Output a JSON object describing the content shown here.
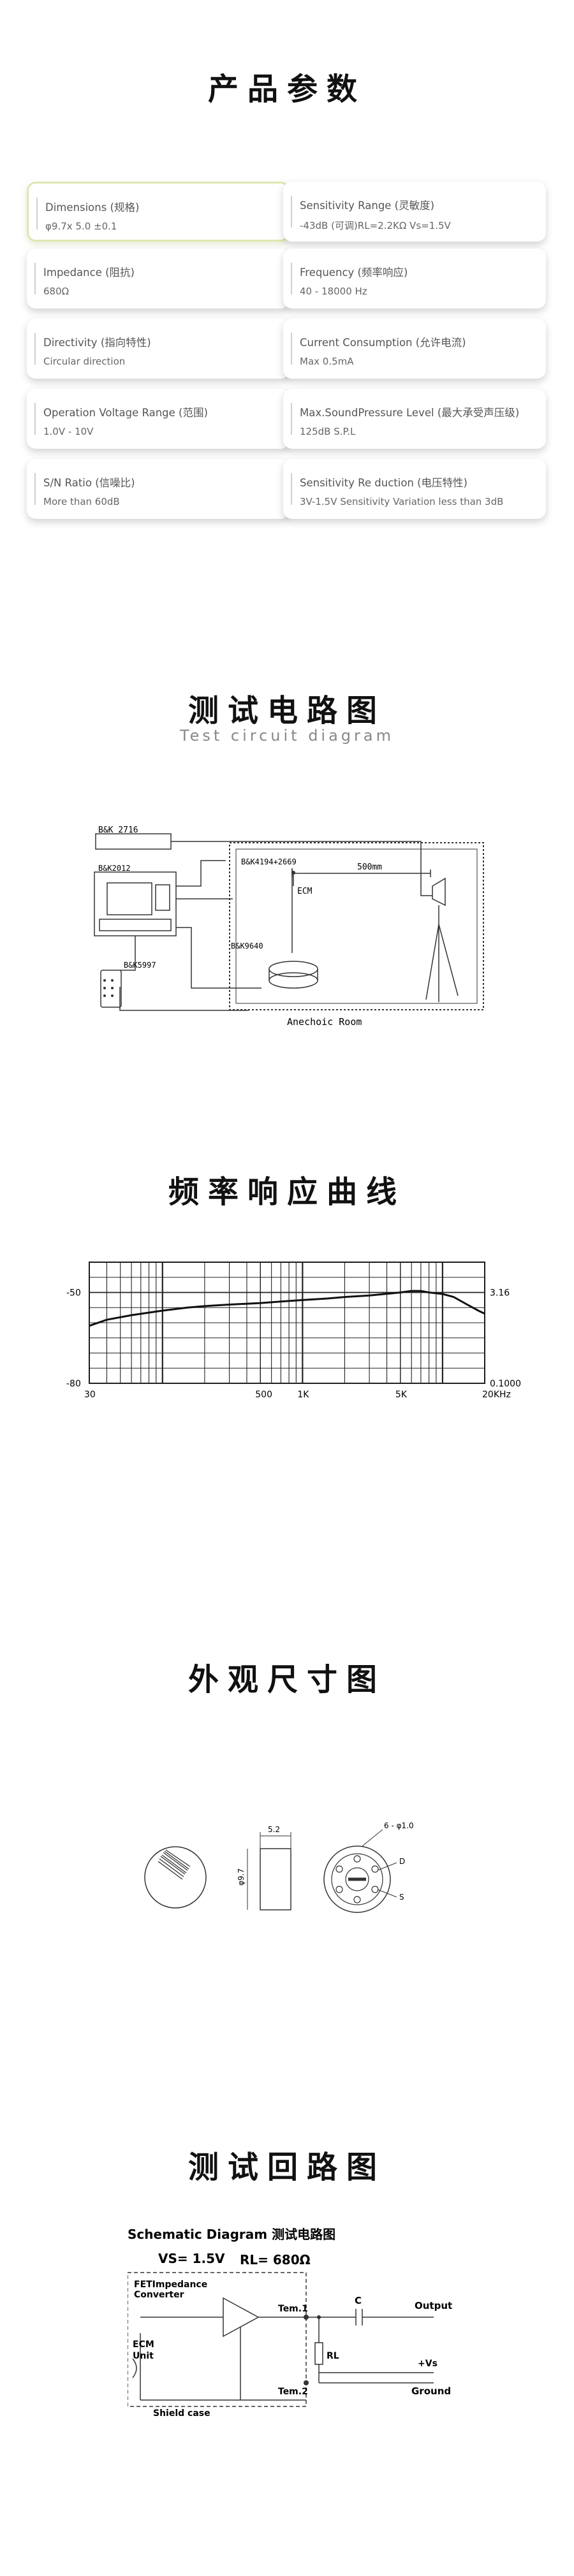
{
  "sections": {
    "params_title": "产品参数",
    "circuit_title": "测试电路图",
    "circuit_subtitle": "Test circuit diagram",
    "freq_title": "频率响应曲线",
    "dims_title": "外观尺寸图",
    "loop_title": "测试回路图"
  },
  "params": [
    {
      "label": "Dimensions (规格)",
      "value": "φ9.7x 5.0 ±0.1"
    },
    {
      "label": "Sensitivity Range (灵敏度)",
      "value": "-43dB (可调)RL=2.2KΩ Vs=1.5V"
    },
    {
      "label": "Impedance (阻抗)",
      "value": "680Ω"
    },
    {
      "label": "Frequency (频率响应)",
      "value": "40 - 18000 Hz"
    },
    {
      "label": "Directivity (指向特性)",
      "value": "Circular direction"
    },
    {
      "label": "Current Consumption (允许电流)",
      "value": "Max 0.5mA"
    },
    {
      "label": "Operation Voltage Range (范围)",
      "value": "1.0V - 10V"
    },
    {
      "label": "Max.SoundPressure Level (最大承受声压级)",
      "value": "125dB S.P.L"
    },
    {
      "label": "S/N Ratio (信噪比)",
      "value": "More than 60dB"
    },
    {
      "label": "Sensitivity Re duction (电压特性)",
      "value": "3V-1.5V Sensitivity Variation less than 3dB"
    }
  ],
  "circuit": {
    "bk2716": "B&K 2716",
    "bk2012": "B&K2012",
    "bk4194": "B&K4194+2669",
    "distance": "500mm",
    "ecm": "ECM",
    "bk9640": "B&K9640",
    "bk5997": "B&K5997",
    "room": "Anechoic Room"
  },
  "chart_data": {
    "type": "line",
    "title": "",
    "xlabel": "",
    "ylabel": "",
    "x_scale": "log",
    "xlim": [
      30,
      20000
    ],
    "ylim": [
      -80,
      -40
    ],
    "x_tick_labels": [
      "30",
      "500",
      "1K",
      "5K",
      "20KHz"
    ],
    "y_tick_labels_left": [
      "-50",
      "-80"
    ],
    "y_tick_labels_right": [
      "3.16",
      "0.1000"
    ],
    "grid": true,
    "series": [
      {
        "values": [
          [
            30,
            -61
          ],
          [
            40,
            -59
          ],
          [
            60,
            -57.5
          ],
          [
            100,
            -56
          ],
          [
            150,
            -55
          ],
          [
            200,
            -54.5
          ],
          [
            300,
            -54
          ],
          [
            500,
            -53.5
          ],
          [
            700,
            -53
          ],
          [
            1000,
            -52.5
          ],
          [
            1500,
            -52
          ],
          [
            2000,
            -51.5
          ],
          [
            3000,
            -51
          ],
          [
            5000,
            -50
          ],
          [
            6000,
            -49.5
          ],
          [
            7000,
            -49.5
          ],
          [
            8000,
            -50
          ],
          [
            10000,
            -50.5
          ],
          [
            12000,
            -51.5
          ],
          [
            15000,
            -54
          ],
          [
            18000,
            -56
          ],
          [
            20000,
            -57
          ]
        ]
      }
    ]
  },
  "dims": {
    "width": "5.2",
    "diameter": "φ9.7",
    "holes": "6 - φ1.0",
    "label_d": "D",
    "label_s": "S"
  },
  "schematic": {
    "title": "Schematic Diagram 测试电路图",
    "vs": "VS= 1.5V",
    "rl": "RL= 680Ω",
    "fet": "FETImpedance",
    "converter": "Converter",
    "ecm": "ECM",
    "unit": "Unit",
    "shield": "Shield case",
    "term1": "Tem.1",
    "term2": "Tem.2",
    "c": "C",
    "rl_label": "RL",
    "output": "Output",
    "vs_plus": "+Vs",
    "ground": "Ground"
  }
}
